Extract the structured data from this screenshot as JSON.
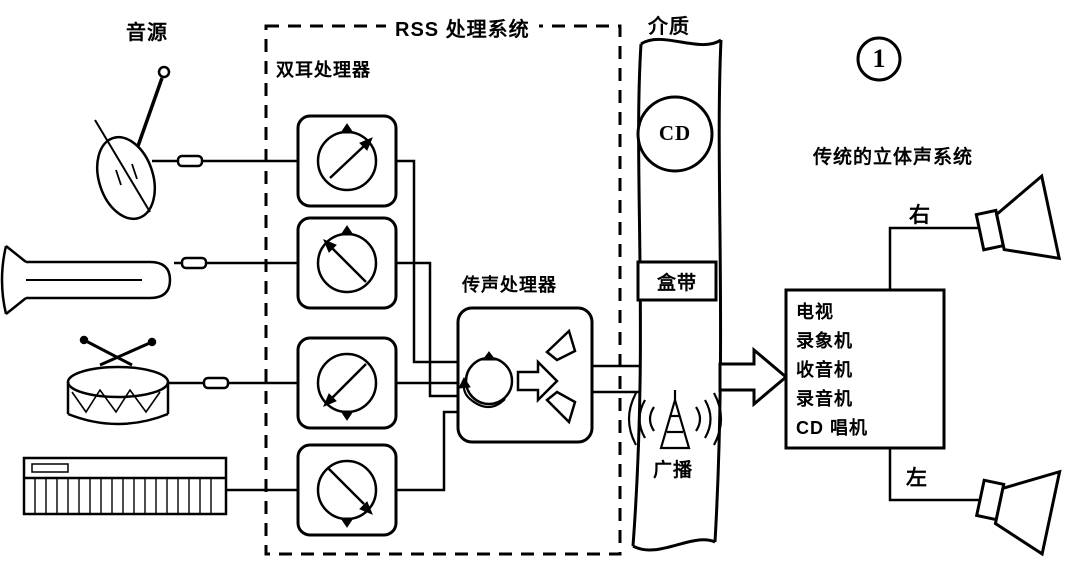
{
  "colors": {
    "ink": "#000000",
    "paper": "#ffffff"
  },
  "figure_number": "1",
  "labels": {
    "sound_source": "音源",
    "rss_system": "RSS 处理系统",
    "binaural_processor": "双耳处理器",
    "transmission_processor": "传声处理器",
    "medium": "介质",
    "cd": "CD",
    "cassette": "盒带",
    "broadcast": "广播",
    "stereo_system": "传统的立体声系统",
    "right_channel": "右",
    "left_channel": "左"
  },
  "devices": [
    "电视",
    "录象机",
    "收音机",
    "录音机",
    "CD 唱机"
  ],
  "icons": {
    "sound_sources": [
      "violin-icon",
      "trombone-icon",
      "drum-icon",
      "keyboard-icon"
    ],
    "microphone": "microphone-icon",
    "binaural_dial": "listener-head-dial-icon",
    "transmission": [
      "rotating-head-icon",
      "block-arrow-icon",
      "speaker-cone-icon"
    ],
    "media": [
      "cd-disc-icon",
      "cassette-icon",
      "broadcast-antenna-icon"
    ],
    "outputs": [
      "right-speaker-icon",
      "left-speaker-icon"
    ]
  }
}
